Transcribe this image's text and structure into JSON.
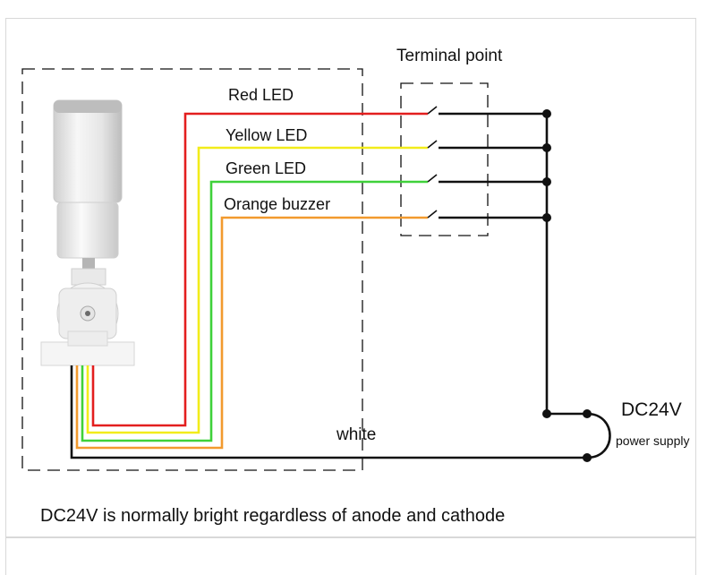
{
  "labels": {
    "terminal": "Terminal point",
    "red": "Red LED",
    "yellow": "Yellow LED",
    "green": "Green LED",
    "orange": "Orange buzzer",
    "white": "white",
    "dc": "DC24V",
    "power": "power supply",
    "caption": "DC24V is normally bright regardless of anode and cathode"
  },
  "colors": {
    "red": "#e31e1e",
    "yellow": "#f2ec1a",
    "green": "#3fd13a",
    "orange": "#f29a2e",
    "black": "#111111"
  }
}
